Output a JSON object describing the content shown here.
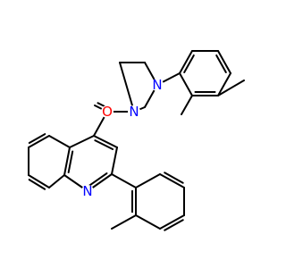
{
  "colors": {
    "background": "#ffffff",
    "bond": "#000000",
    "oxygen": "#ff0000",
    "nitrogen": "#0000ff"
  },
  "atoms": [
    {
      "id": "o1",
      "element": "O",
      "label": "O"
    },
    {
      "id": "n1",
      "element": "N",
      "label": "N"
    },
    {
      "id": "n2",
      "element": "N",
      "label": "N"
    },
    {
      "id": "n3",
      "element": "N",
      "label": "N"
    }
  ]
}
